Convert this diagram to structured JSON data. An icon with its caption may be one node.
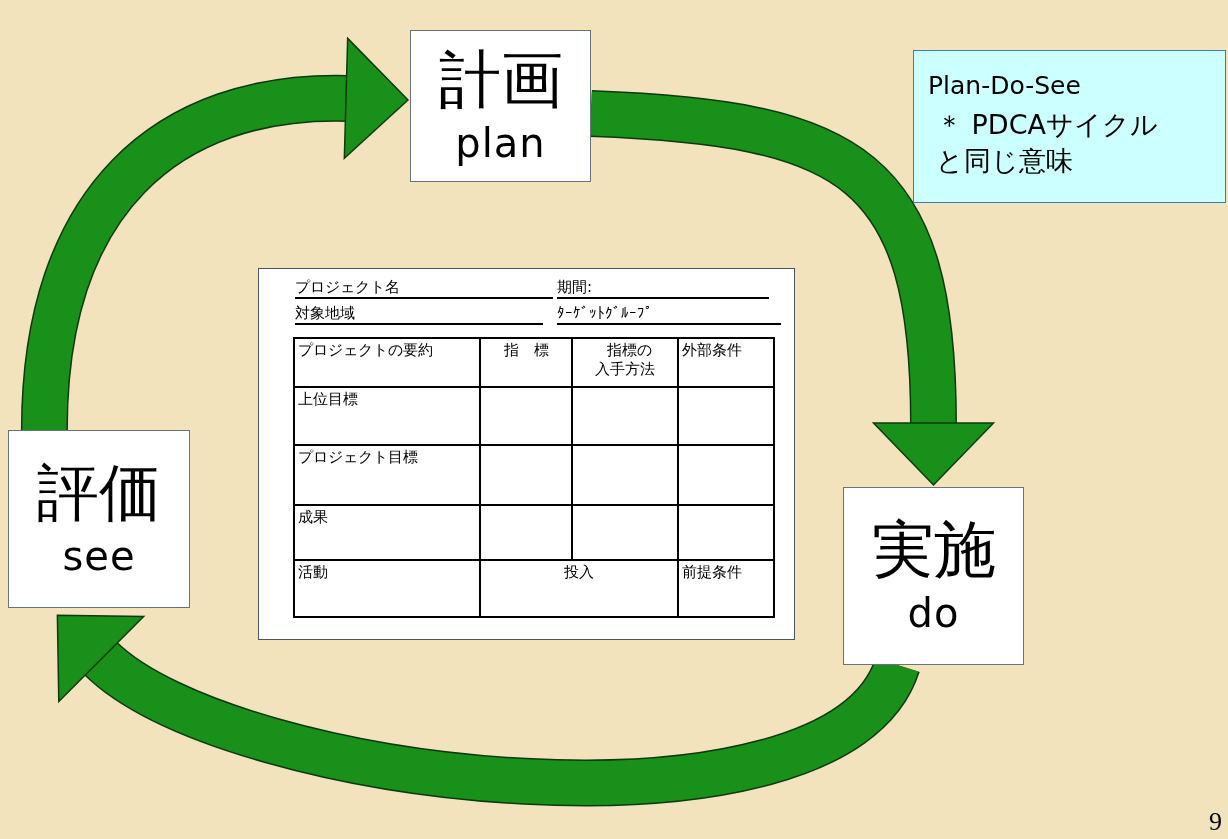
{
  "diagram": {
    "nodes": [
      {
        "text": [
          "計画",
          "plan"
        ]
      },
      {
        "text": [
          "実施",
          "do"
        ]
      },
      {
        "text": [
          "評価",
          "see"
        ]
      },
      {
        "text": [
          "Plan-Do-See",
          "＊ PDCAサイクルと同じ意味"
        ]
      }
    ],
    "edges": [
      {
        "from": 0,
        "to": 1,
        "arrow": "to"
      },
      {
        "from": 1,
        "to": 2,
        "arrow": "to"
      },
      {
        "from": 2,
        "to": 0,
        "arrow": "to"
      }
    ],
    "labels": [
      "プロジェクト名",
      "期間:",
      "対象地域",
      "ﾀｰｹﾞｯﾄｸﾞﾙｰﾌﾟ",
      "プロジェクトの要約",
      "指　標",
      "指標の入手方法",
      "外部条件",
      "上位目標",
      "プロジェクト目標",
      "成果",
      "活動",
      "投入",
      "前提条件",
      "9"
    ]
  }
}
